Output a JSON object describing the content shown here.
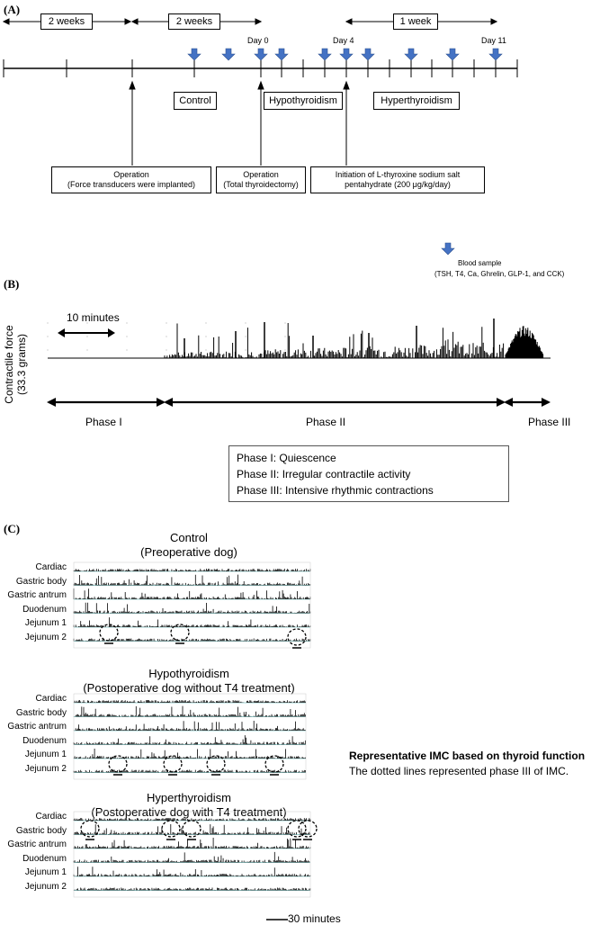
{
  "panelA": {
    "label": "(A)",
    "durations": [
      "2 weeks",
      "2 weeks",
      "1 week"
    ],
    "day_labels": [
      "Day 0",
      "Day 4",
      "Day 11"
    ],
    "phases": [
      "Control",
      "Hypothyroidism",
      "Hyperthyroidism"
    ],
    "events": [
      {
        "line1": "Operation",
        "line2": "(Force transducers were implanted)"
      },
      {
        "line1": "Operation",
        "line2": "(Total thyroidectomy)"
      },
      {
        "line1": "Initiation of L-thyroxine sodium salt",
        "line2": "pentahydrate (200 μg/kg/day)"
      }
    ],
    "legend_title": "Blood sample",
    "legend_detail": "(TSH, T4, Ca, Ghrelin, GLP-1, and CCK)",
    "arrow_color": "#4472c4"
  },
  "panelB": {
    "label": "(B)",
    "ylabel1": "Contractile force",
    "ylabel2": "(33.3 grams)",
    "scale": "10 minutes",
    "phase_names": [
      "Phase I",
      "Phase II",
      "Phase III"
    ],
    "descriptions": [
      "Phase I: Quiescence",
      "Phase II: Irregular contractile activity",
      "Phase III: Intensive rhythmic contractions"
    ]
  },
  "panelC": {
    "label": "(C)",
    "conditions": [
      {
        "title": "Control",
        "subtitle": "(Preoperative dog)"
      },
      {
        "title": "Hypothyroidism",
        "subtitle": "(Postoperative dog without T4 treatment)"
      },
      {
        "title": "Hyperthyroidism",
        "subtitle": "(Postoperative dog with T4 treatment)"
      }
    ],
    "traces": [
      "Cardiac",
      "Gastric body",
      "Gastric antrum",
      "Duodenum",
      "Jejunum 1",
      "Jejunum 2"
    ],
    "note_title": "Representative IMC based on thyroid function",
    "note_text": "The dotted lines represented phase III of IMC.",
    "scale": "30 minutes"
  }
}
